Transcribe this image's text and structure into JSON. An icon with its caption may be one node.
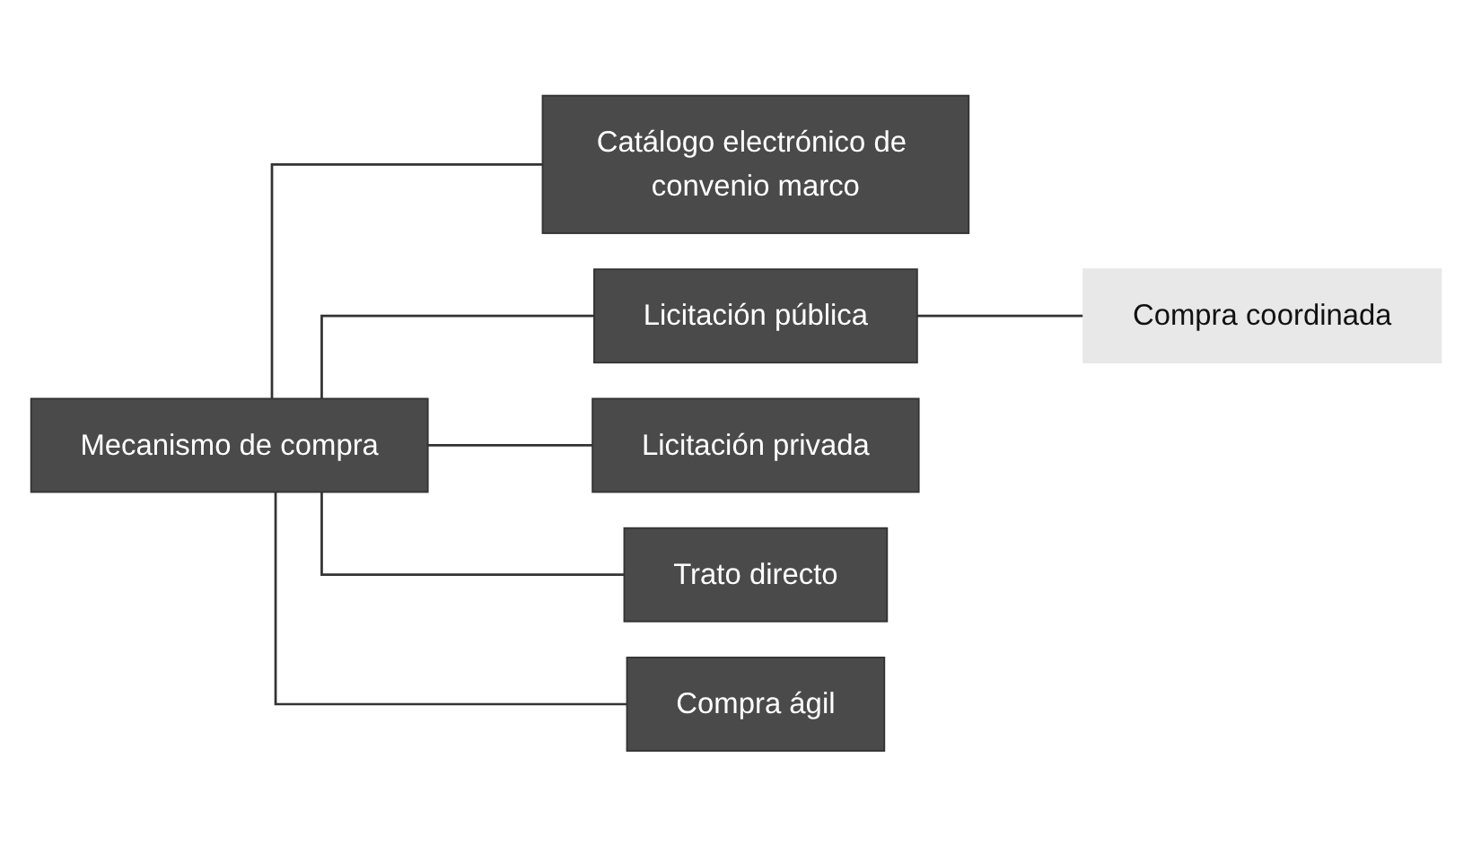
{
  "diagram": {
    "nodes": [
      {
        "text": [
          "Mecanismo de compra"
        ]
      },
      {
        "text": [
          "Catálogo electrónico de convenio marco"
        ]
      },
      {
        "text": [
          "Licitación pública"
        ]
      },
      {
        "text": [
          "Compra coordinada"
        ]
      },
      {
        "text": [
          "Licitación privada"
        ]
      },
      {
        "text": [
          "Trato directo"
        ]
      },
      {
        "text": [
          "Compra ágil"
        ]
      }
    ],
    "edges": [
      {
        "from": 0,
        "to": 1,
        "arrow": "none"
      },
      {
        "from": 0,
        "to": 2,
        "arrow": "none"
      },
      {
        "from": 0,
        "to": 4,
        "arrow": "none"
      },
      {
        "from": 0,
        "to": 5,
        "arrow": "none"
      },
      {
        "from": 0,
        "to": 6,
        "arrow": "none"
      },
      {
        "from": 2,
        "to": 3,
        "arrow": "none"
      }
    ]
  }
}
